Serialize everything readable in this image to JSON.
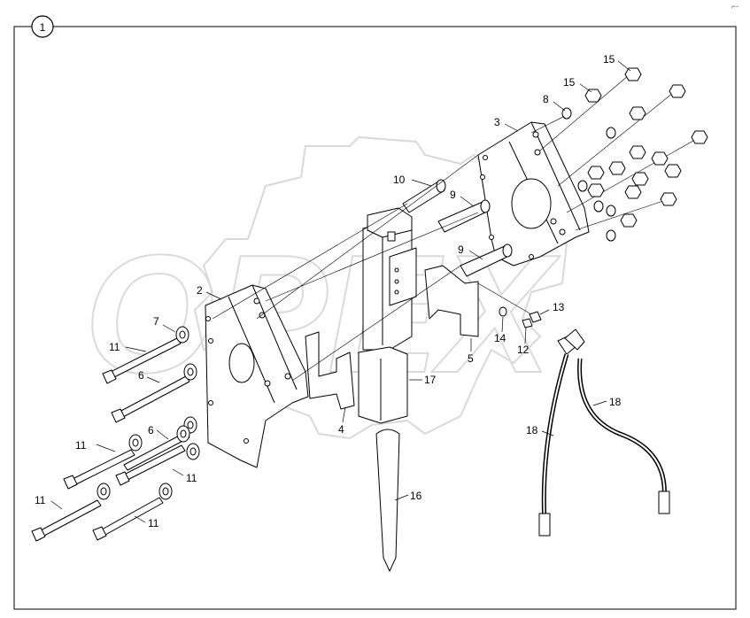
{
  "diagram": {
    "sheet_number": "1",
    "corner_mark": "⌐-",
    "watermark_text": "OPEX",
    "callouts": [
      {
        "id": "c15a",
        "text": "15"
      },
      {
        "id": "c15b",
        "text": "15"
      },
      {
        "id": "c8",
        "text": "8"
      },
      {
        "id": "c3",
        "text": "3"
      },
      {
        "id": "c10",
        "text": "10"
      },
      {
        "id": "c9a",
        "text": "9"
      },
      {
        "id": "c9b",
        "text": "9"
      },
      {
        "id": "c2",
        "text": "2"
      },
      {
        "id": "c7",
        "text": "7"
      },
      {
        "id": "c13",
        "text": "13"
      },
      {
        "id": "c14",
        "text": "14"
      },
      {
        "id": "c12",
        "text": "12"
      },
      {
        "id": "c5",
        "text": "5"
      },
      {
        "id": "c11a",
        "text": "11"
      },
      {
        "id": "c6a",
        "text": "6"
      },
      {
        "id": "c17",
        "text": "17"
      },
      {
        "id": "c4",
        "text": "4"
      },
      {
        "id": "c18a",
        "text": "18"
      },
      {
        "id": "c18b",
        "text": "18"
      },
      {
        "id": "c11b",
        "text": "11"
      },
      {
        "id": "c6b",
        "text": "6"
      },
      {
        "id": "c11c",
        "text": "11"
      },
      {
        "id": "c11d",
        "text": "11"
      },
      {
        "id": "c16",
        "text": "16"
      },
      {
        "id": "c11e",
        "text": "11"
      }
    ]
  }
}
